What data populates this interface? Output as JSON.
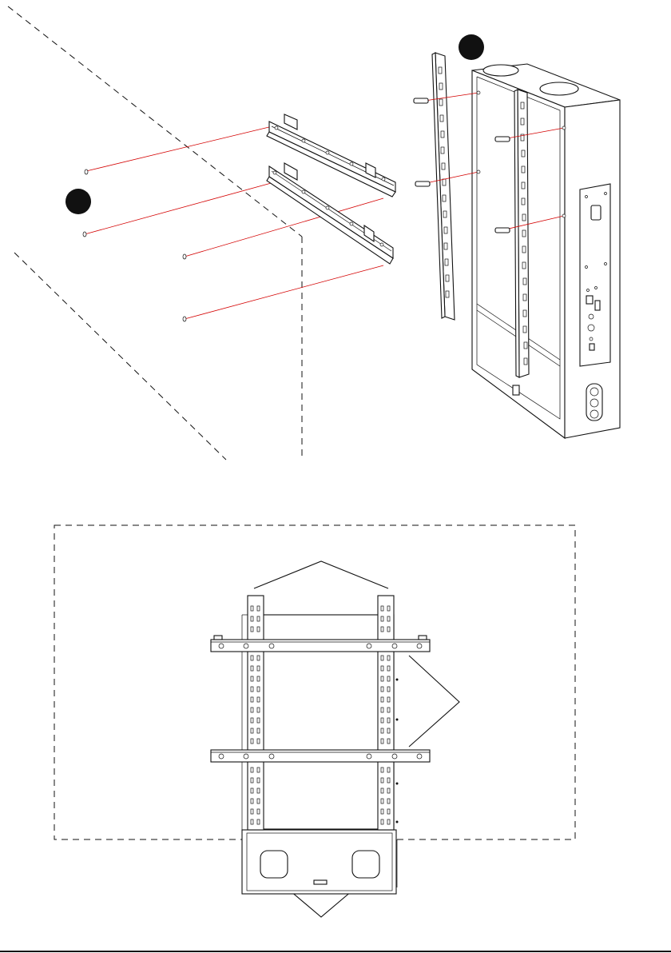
{
  "callouts": {
    "rail_step": "",
    "bracket_step": ""
  },
  "colors": {
    "line": "#111111",
    "guide": "#d40000",
    "callout_fill": "#111111",
    "background": "#ffffff"
  },
  "icons": [
    "wall-mount-bracket",
    "vertical-rail",
    "screw",
    "enclosure-box",
    "knockout-hole"
  ]
}
